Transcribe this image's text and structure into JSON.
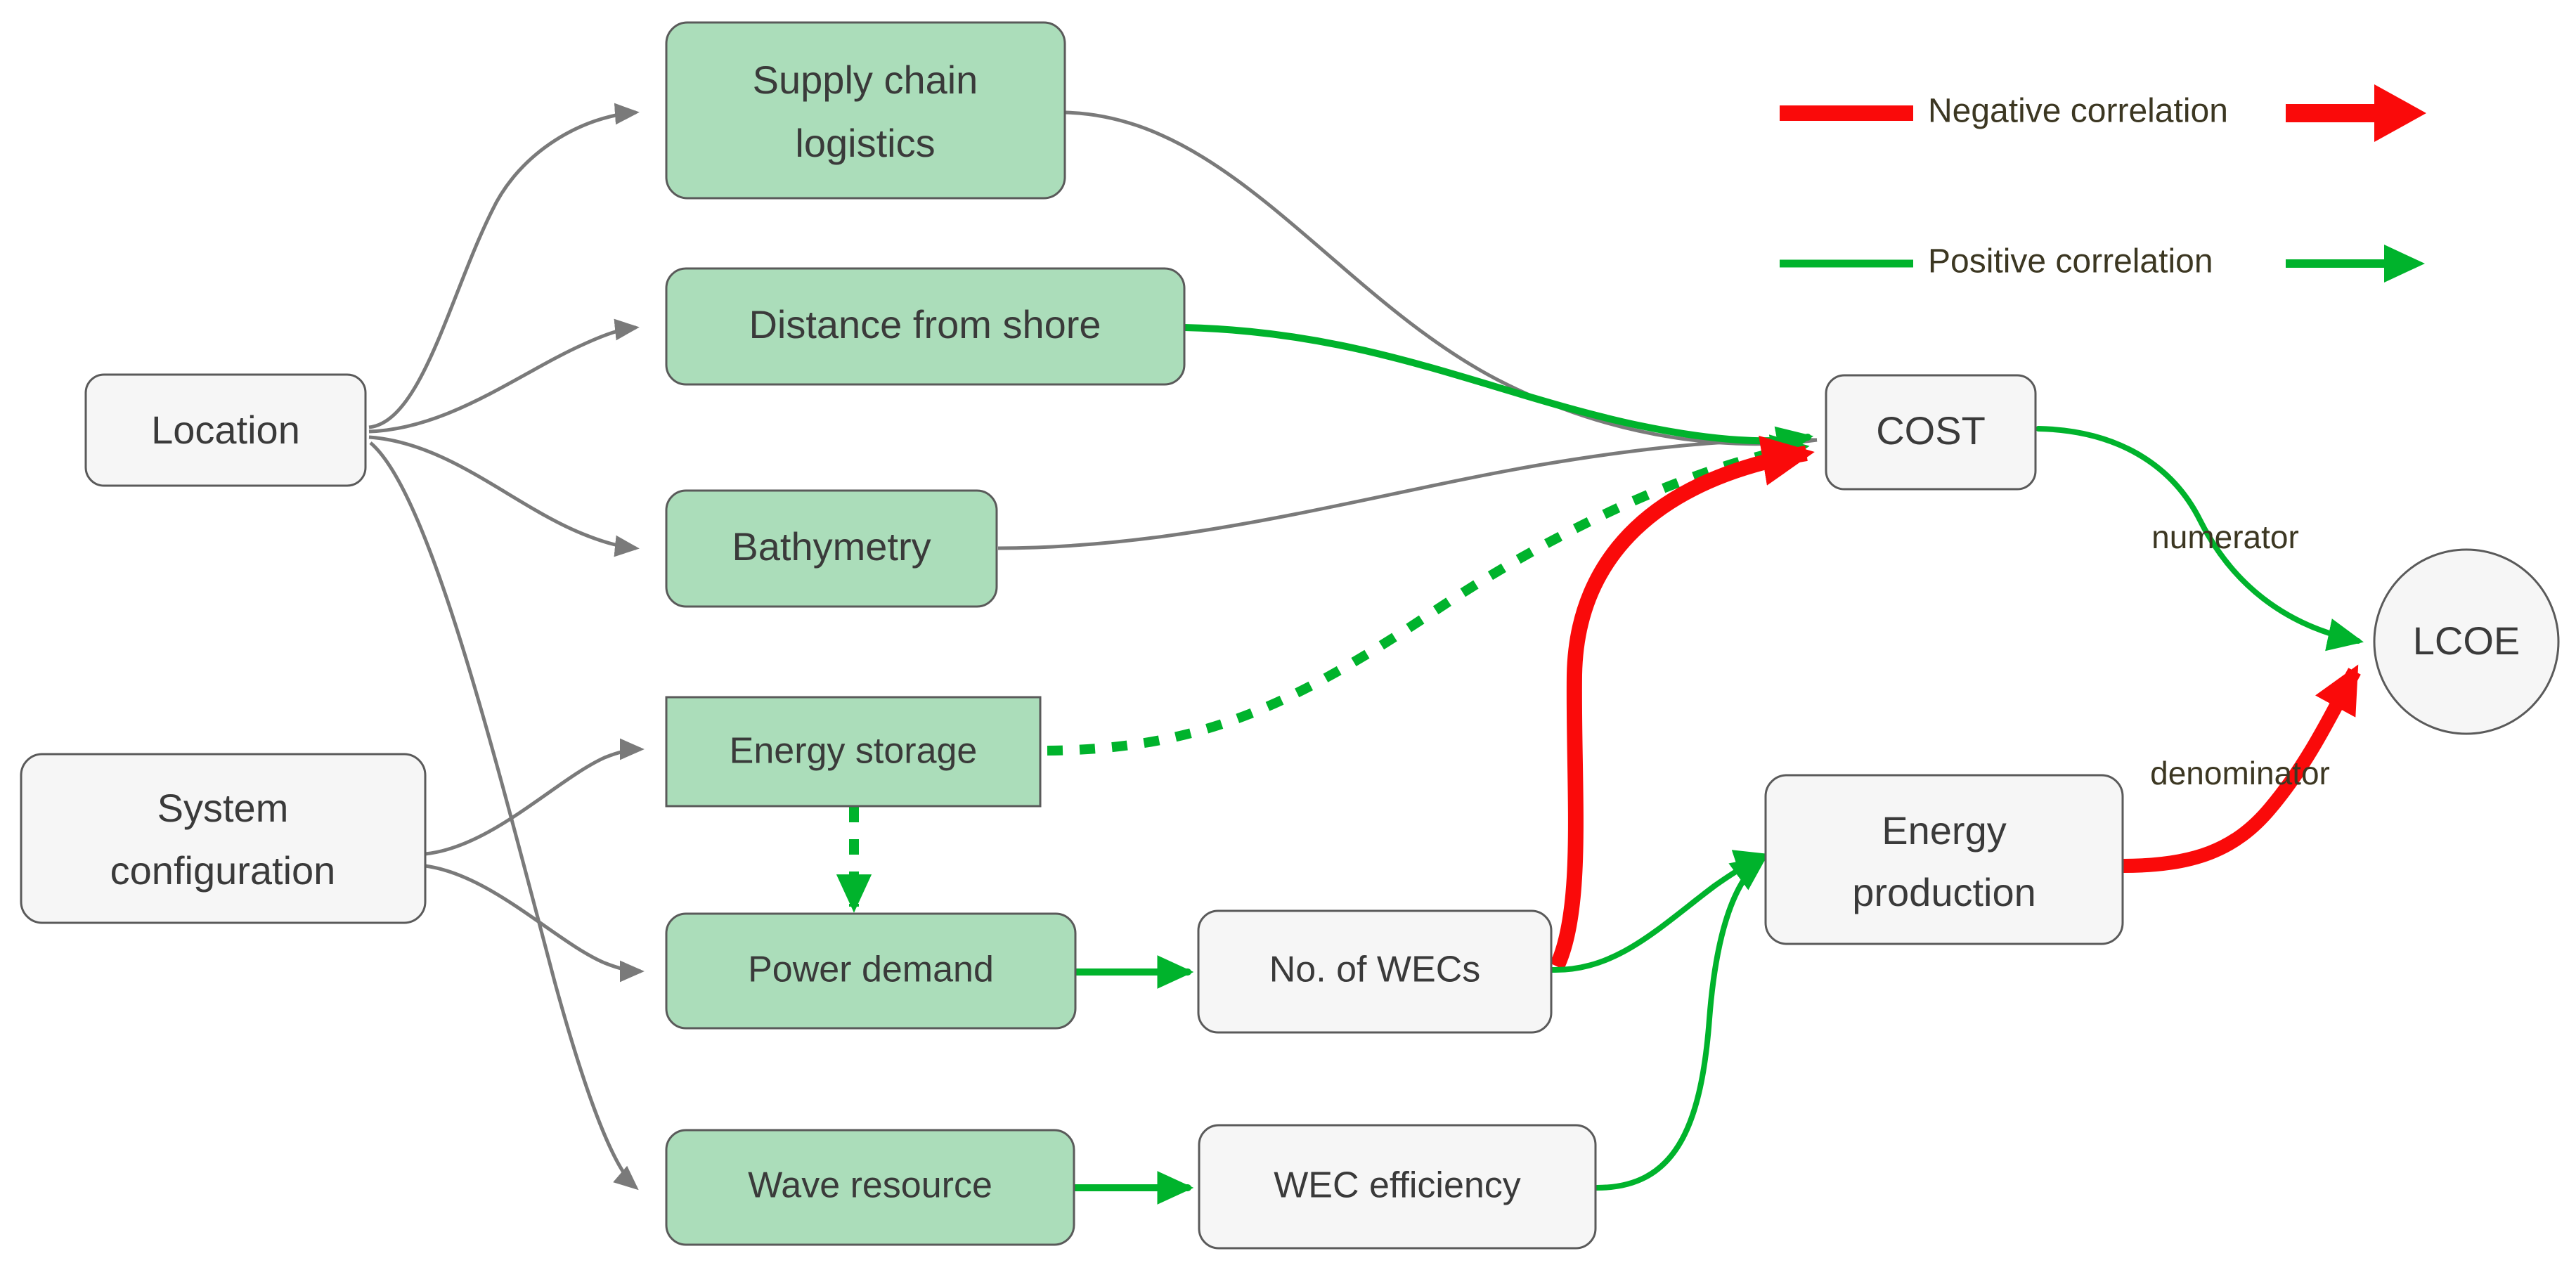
{
  "diagram": {
    "title": "LCOE influence diagram",
    "colors": {
      "green_fill": "#abddba",
      "grey_fill": "#f6f6f6",
      "node_stroke": "#5a5a5a",
      "positive": "#00b32c",
      "negative": "#fa0a0a",
      "neutral_edge": "#7a7a7a",
      "text": "#3a3a3a",
      "label_text": "#3c3722"
    },
    "nodes": [
      {
        "id": "location",
        "label": "Location",
        "shape": "rounded-rect",
        "style": "grey"
      },
      {
        "id": "sysconfig",
        "label": "System\nconfiguration",
        "shape": "rounded-rect",
        "style": "grey"
      },
      {
        "id": "supply",
        "label": "Supply chain\nlogistics",
        "shape": "rounded-rect",
        "style": "green"
      },
      {
        "id": "distance",
        "label": "Distance from shore",
        "shape": "rounded-rect",
        "style": "green"
      },
      {
        "id": "bathymetry",
        "label": "Bathymetry",
        "shape": "rounded-rect",
        "style": "green"
      },
      {
        "id": "storage",
        "label": "Energy storage",
        "shape": "rect",
        "style": "green"
      },
      {
        "id": "powerdemand",
        "label": "Power demand",
        "shape": "rounded-rect",
        "style": "green"
      },
      {
        "id": "waveres",
        "label": "Wave resource",
        "shape": "rounded-rect",
        "style": "green"
      },
      {
        "id": "numwecs",
        "label": "No. of WECs",
        "shape": "rounded-rect",
        "style": "grey"
      },
      {
        "id": "wecefficiency",
        "label": "WEC efficiency",
        "shape": "rounded-rect",
        "style": "grey"
      },
      {
        "id": "cost",
        "label": "COST",
        "shape": "rounded-rect",
        "style": "grey"
      },
      {
        "id": "energyprod",
        "label": "Energy\nproduction",
        "shape": "rounded-rect",
        "style": "grey"
      },
      {
        "id": "lcoe",
        "label": "LCOE",
        "shape": "ellipse",
        "style": "grey"
      }
    ],
    "node_labels": {
      "location": "Location",
      "sysconfig_line1": "System",
      "sysconfig_line2": "configuration",
      "supply_line1": "Supply chain",
      "supply_line2": "logistics",
      "distance": "Distance from shore",
      "bathymetry": "Bathymetry",
      "storage": "Energy storage",
      "powerdemand": "Power demand",
      "waveres": "Wave resource",
      "numwecs": "No. of WECs",
      "wecefficiency": "WEC efficiency",
      "cost": "COST",
      "energyprod_line1": "Energy",
      "energyprod_line2": "production",
      "lcoe": "LCOE"
    },
    "edge_labels": {
      "numerator": "numerator",
      "denominator": "denominator"
    },
    "legend": {
      "items": [
        {
          "id": "negative",
          "label": "Negative correlation",
          "color": "#fa0a0a",
          "style": "thick-solid"
        },
        {
          "id": "positive",
          "label": "Positive correlation",
          "color": "#00b32c",
          "style": "thin-solid"
        }
      ]
    },
    "edges": [
      {
        "from": "location",
        "to": "supply",
        "type": "neutral"
      },
      {
        "from": "location",
        "to": "distance",
        "type": "neutral"
      },
      {
        "from": "location",
        "to": "bathymetry",
        "type": "neutral"
      },
      {
        "from": "location",
        "to": "waveres",
        "type": "neutral"
      },
      {
        "from": "sysconfig",
        "to": "storage",
        "type": "neutral"
      },
      {
        "from": "sysconfig",
        "to": "powerdemand",
        "type": "neutral"
      },
      {
        "from": "supply",
        "to": "cost",
        "type": "neutral"
      },
      {
        "from": "bathymetry",
        "to": "cost",
        "type": "neutral"
      },
      {
        "from": "distance",
        "to": "cost",
        "type": "positive"
      },
      {
        "from": "storage",
        "to": "cost",
        "type": "positive-dashed"
      },
      {
        "from": "storage",
        "to": "powerdemand",
        "type": "positive-dashed"
      },
      {
        "from": "powerdemand",
        "to": "numwecs",
        "type": "positive"
      },
      {
        "from": "waveres",
        "to": "wecefficiency",
        "type": "positive"
      },
      {
        "from": "numwecs",
        "to": "cost",
        "type": "negative"
      },
      {
        "from": "numwecs",
        "to": "energyprod",
        "type": "positive"
      },
      {
        "from": "wecefficiency",
        "to": "energyprod",
        "type": "positive"
      },
      {
        "from": "cost",
        "to": "lcoe",
        "type": "positive",
        "label": "numerator"
      },
      {
        "from": "energyprod",
        "to": "lcoe",
        "type": "negative",
        "label": "denominator"
      }
    ]
  }
}
